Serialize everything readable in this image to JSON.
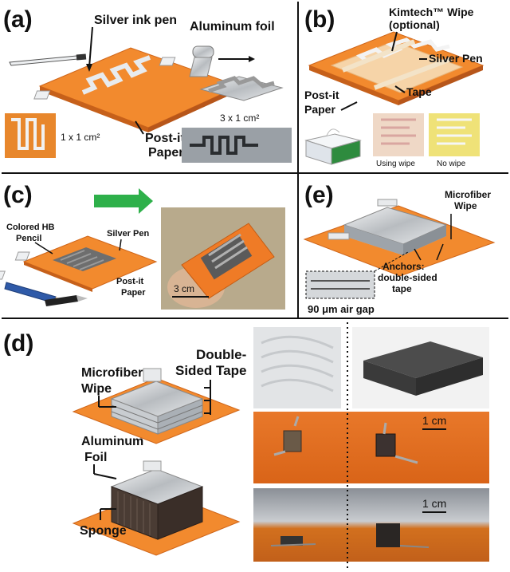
{
  "panels": {
    "a": {
      "label": "(a)",
      "pen": "Silver ink pen",
      "foil": "Aluminum foil",
      "size_small": "1 x 1 cm²",
      "size_large": "3 x 1 cm²",
      "postit_1": "Post-it",
      "postit_2": "Paper"
    },
    "b": {
      "label": "(b)",
      "kimtech_1": "Kimtech™ Wipe",
      "kimtech_2": "(optional)",
      "silver": "Silver Pen",
      "tape": "Tape",
      "postit_1": "Post-it",
      "postit_2": "Paper",
      "using_wipe": "Using wipe",
      "no_wipe": "No wipe"
    },
    "c": {
      "label": "(c)",
      "pencil_1": "Colored HB",
      "pencil_2": "Pencil",
      "silver": "Silver Pen",
      "postit_1": "Post-it",
      "postit_2": "Paper",
      "scale": "3 cm"
    },
    "e": {
      "label": "(e)",
      "micro_1": "Microfiber",
      "micro_2": "Wipe",
      "anchor_1": "Anchors:",
      "anchor_2": "double-sided",
      "anchor_3": "tape",
      "gap": "90 μm air gap"
    },
    "d": {
      "label": "(d)",
      "micro_1": "Microfiber",
      "micro_2": "Wipe",
      "tape_1": "Double-",
      "tape_2": "Sided Tape",
      "foil_1": "Aluminum",
      "foil_2": "Foil",
      "sponge": "Sponge",
      "scale_1": "1 cm",
      "scale_2": "1 cm"
    }
  },
  "colors": {
    "orange": "#f28a2e",
    "orange_dark": "#e0701a",
    "silver": "#d9dde0",
    "green_arrow": "#2eb04a"
  }
}
